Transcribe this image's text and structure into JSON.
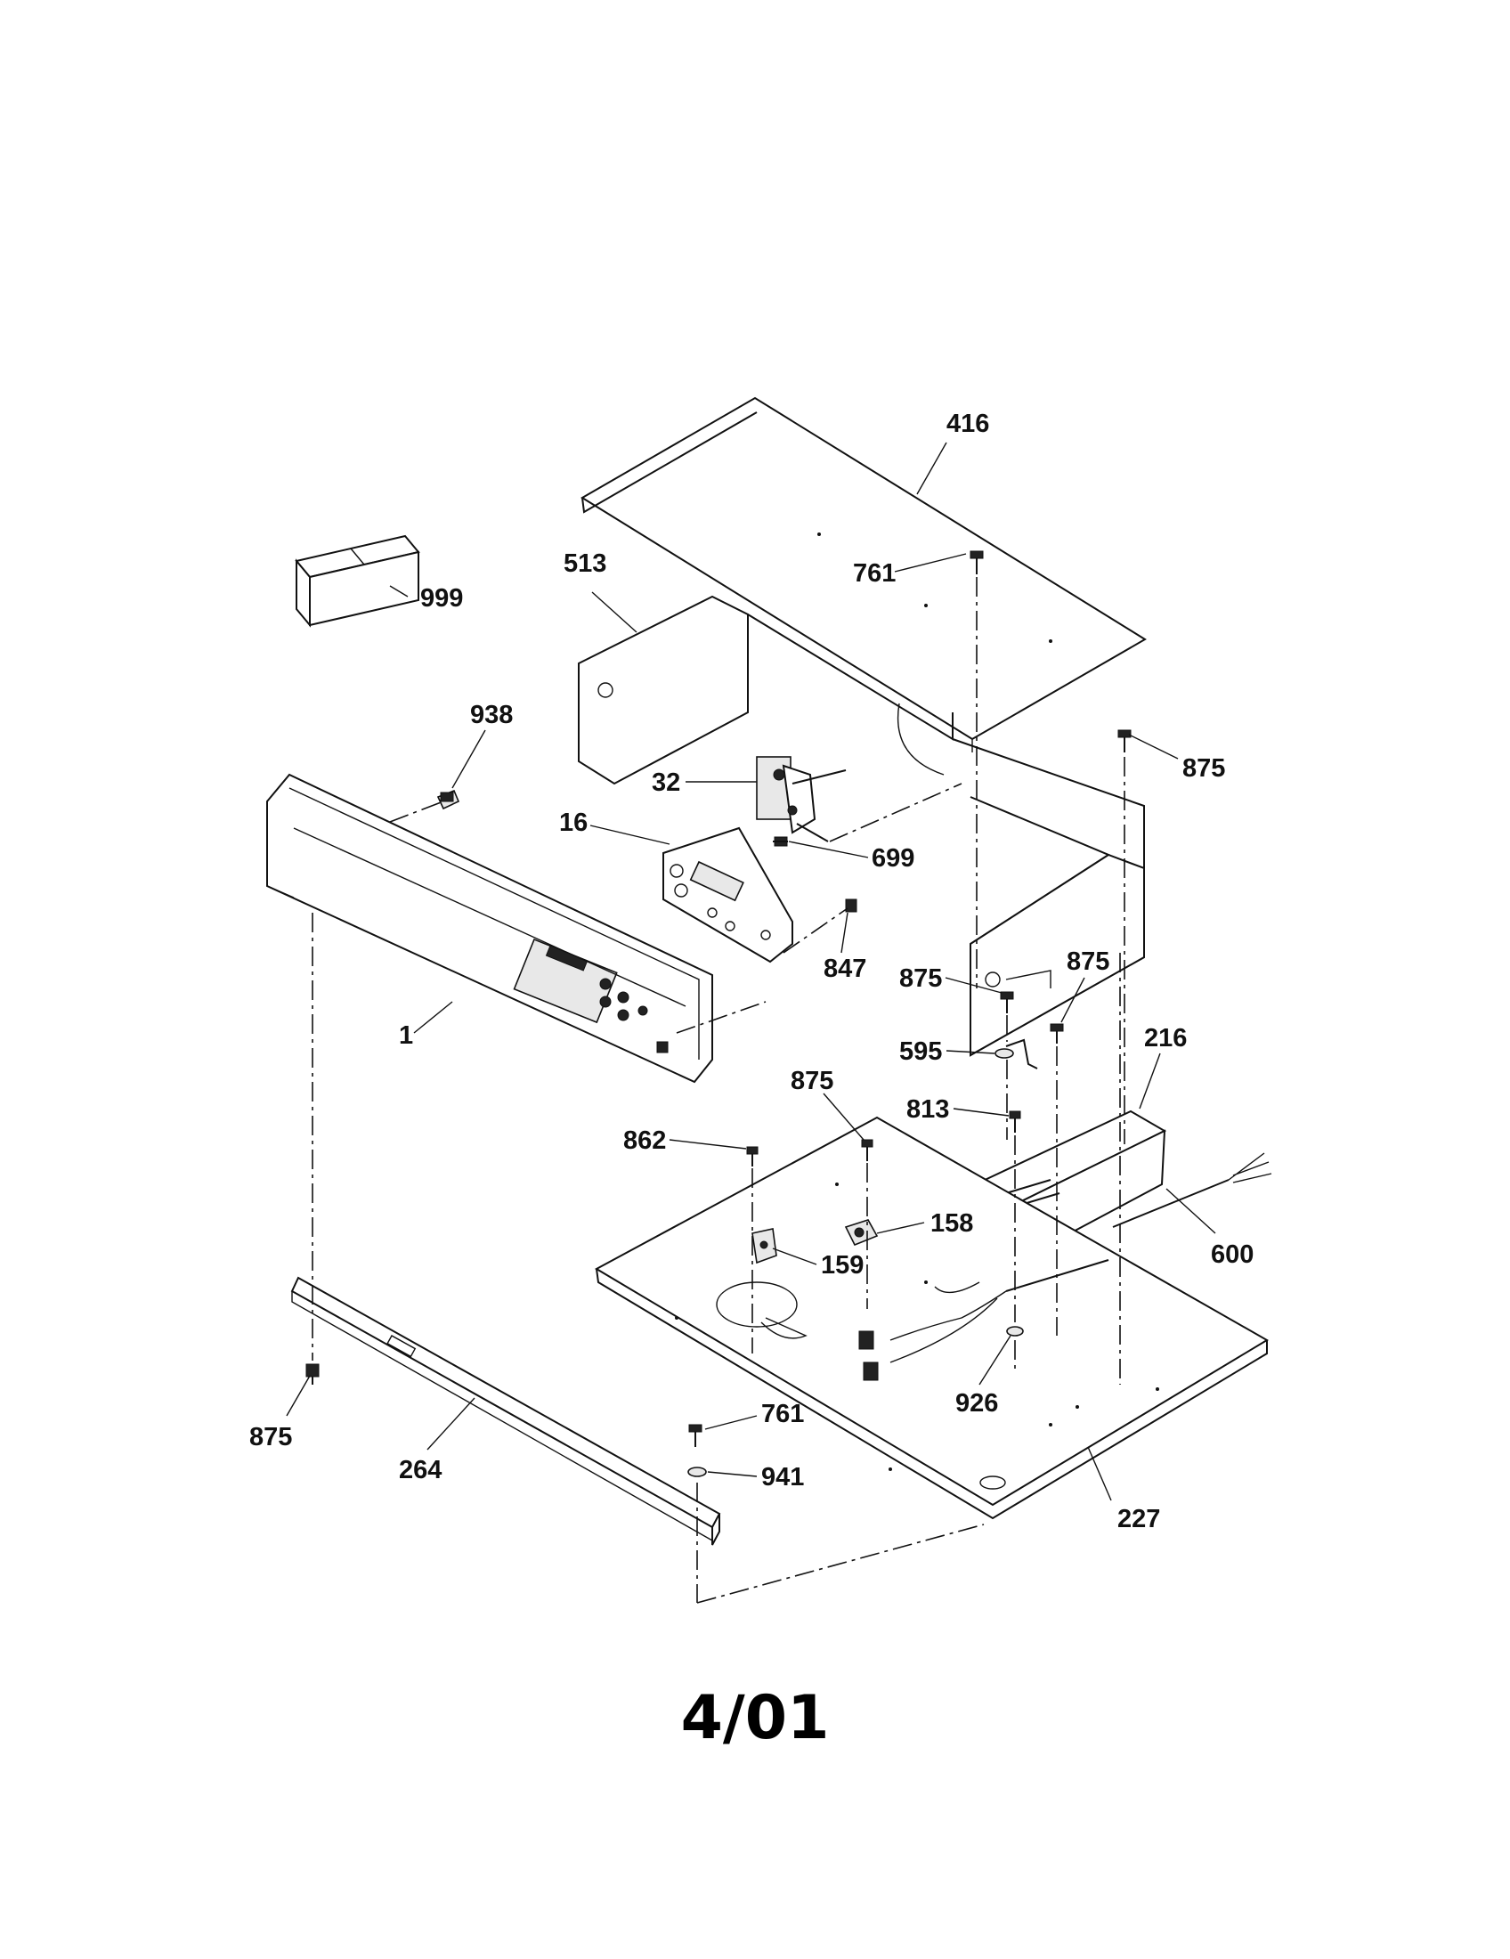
{
  "revision": "4/01",
  "labels": {
    "416": "416",
    "761a": "761",
    "513": "513",
    "999": "999",
    "938": "938",
    "875a": "875",
    "32": "32",
    "699": "699",
    "16": "16",
    "847": "847",
    "875b": "875",
    "875c": "875",
    "1": "1",
    "595": "595",
    "216": "216",
    "875d": "875",
    "813": "813",
    "862": "862",
    "158": "158",
    "600": "600",
    "159": "159",
    "926": "926",
    "875e": "875",
    "761b": "761",
    "264": "264",
    "941": "941",
    "227": "227"
  }
}
